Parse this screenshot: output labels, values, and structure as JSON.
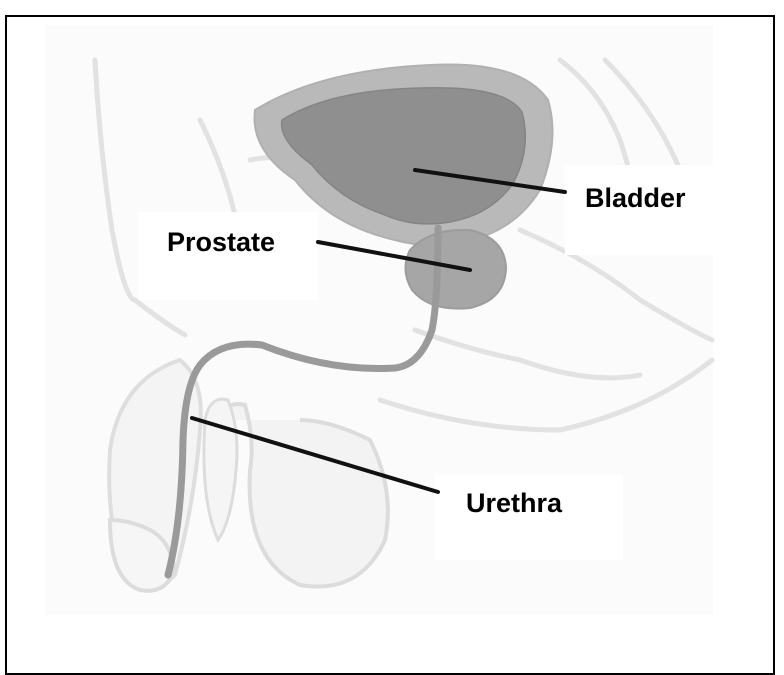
{
  "labels": {
    "bladder": "Bladder",
    "prostate": "Prostate",
    "urethra": "Urethra"
  },
  "colors": {
    "border": "#000000",
    "tissue_outline": "#e3e3e3",
    "bladder_wall": "#b5b5b5",
    "bladder_lumen": "#8c8c8c",
    "prostate": "#a3a3a3",
    "urethra": "#9a9a9a",
    "leader_line": "#111111"
  }
}
